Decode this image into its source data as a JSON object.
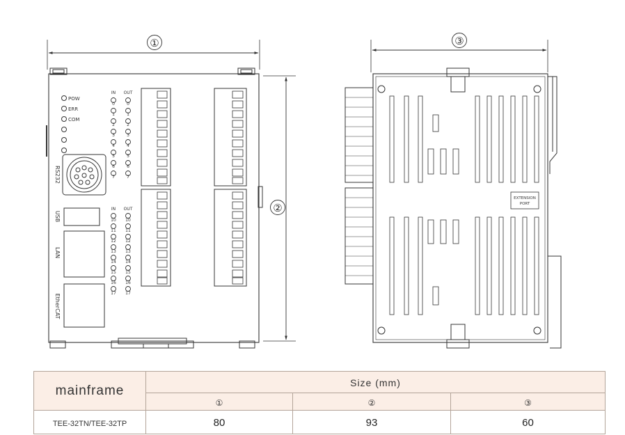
{
  "figure": {
    "dimension_markers": [
      "①",
      "②",
      "③"
    ],
    "led_labels": [
      "POW",
      "ERR",
      "COM"
    ],
    "port_labels": {
      "rs232": "RS232",
      "usb": "USB",
      "lan": "LAN",
      "ethercat": "EtherCAT"
    },
    "io_headers": {
      "in": "IN",
      "out": "OUT"
    },
    "io_top_numbers": [
      "0",
      "1",
      "2",
      "3",
      "4",
      "5",
      "6",
      "7"
    ],
    "io_bottom_numbers": [
      "10",
      "11",
      "12",
      "13",
      "14",
      "15",
      "16",
      "17"
    ],
    "extension_port_lines": [
      "EXTENSION",
      "PORT"
    ]
  },
  "table": {
    "row_header": "mainframe",
    "group_header": "Size (mm)",
    "column_markers": [
      "①",
      "②",
      "③"
    ],
    "rows": [
      {
        "model": "TEE-32TN/TEE-32TP",
        "values": [
          "80",
          "93",
          "60"
        ]
      }
    ]
  }
}
